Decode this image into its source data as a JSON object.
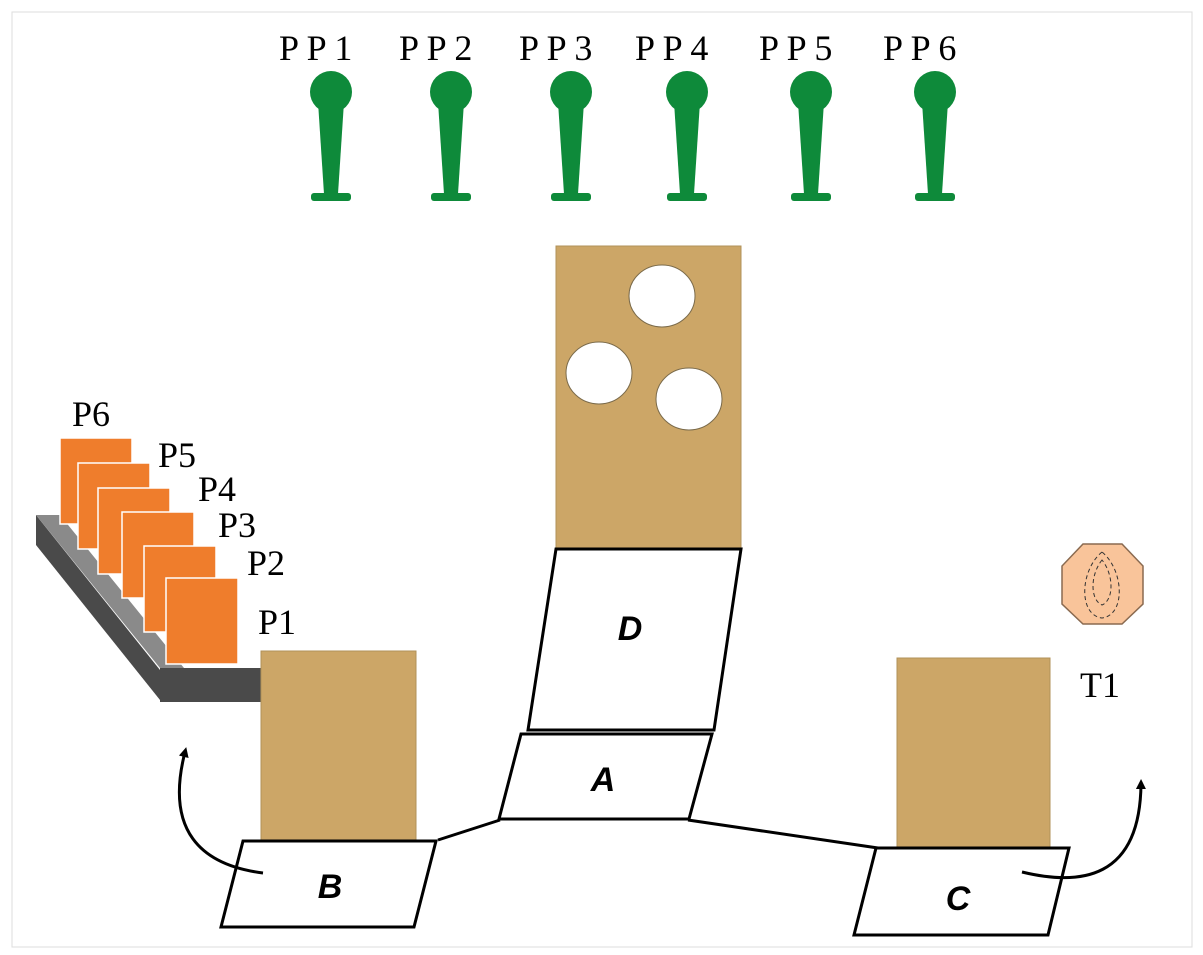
{
  "pins": [
    {
      "label": "P P 1"
    },
    {
      "label": "P P 2"
    },
    {
      "label": "P P 3"
    },
    {
      "label": "P P 4"
    },
    {
      "label": "P P 5"
    },
    {
      "label": "P P 6"
    }
  ],
  "parts": [
    {
      "label": "P6"
    },
    {
      "label": "P5"
    },
    {
      "label": "P4"
    },
    {
      "label": "P3"
    },
    {
      "label": "P2"
    },
    {
      "label": "P1"
    }
  ],
  "stations": {
    "a": "A",
    "b": "B",
    "c": "C",
    "d": "D"
  },
  "tool": {
    "label": "T1"
  },
  "colors": {
    "pin": "#0e8a3a",
    "part": "#ef7d2c",
    "block": "#cca667",
    "tool": "#f9c49a",
    "conveyor_top": "#8a8a8a",
    "conveyor_dark": "#4a4a4a"
  }
}
